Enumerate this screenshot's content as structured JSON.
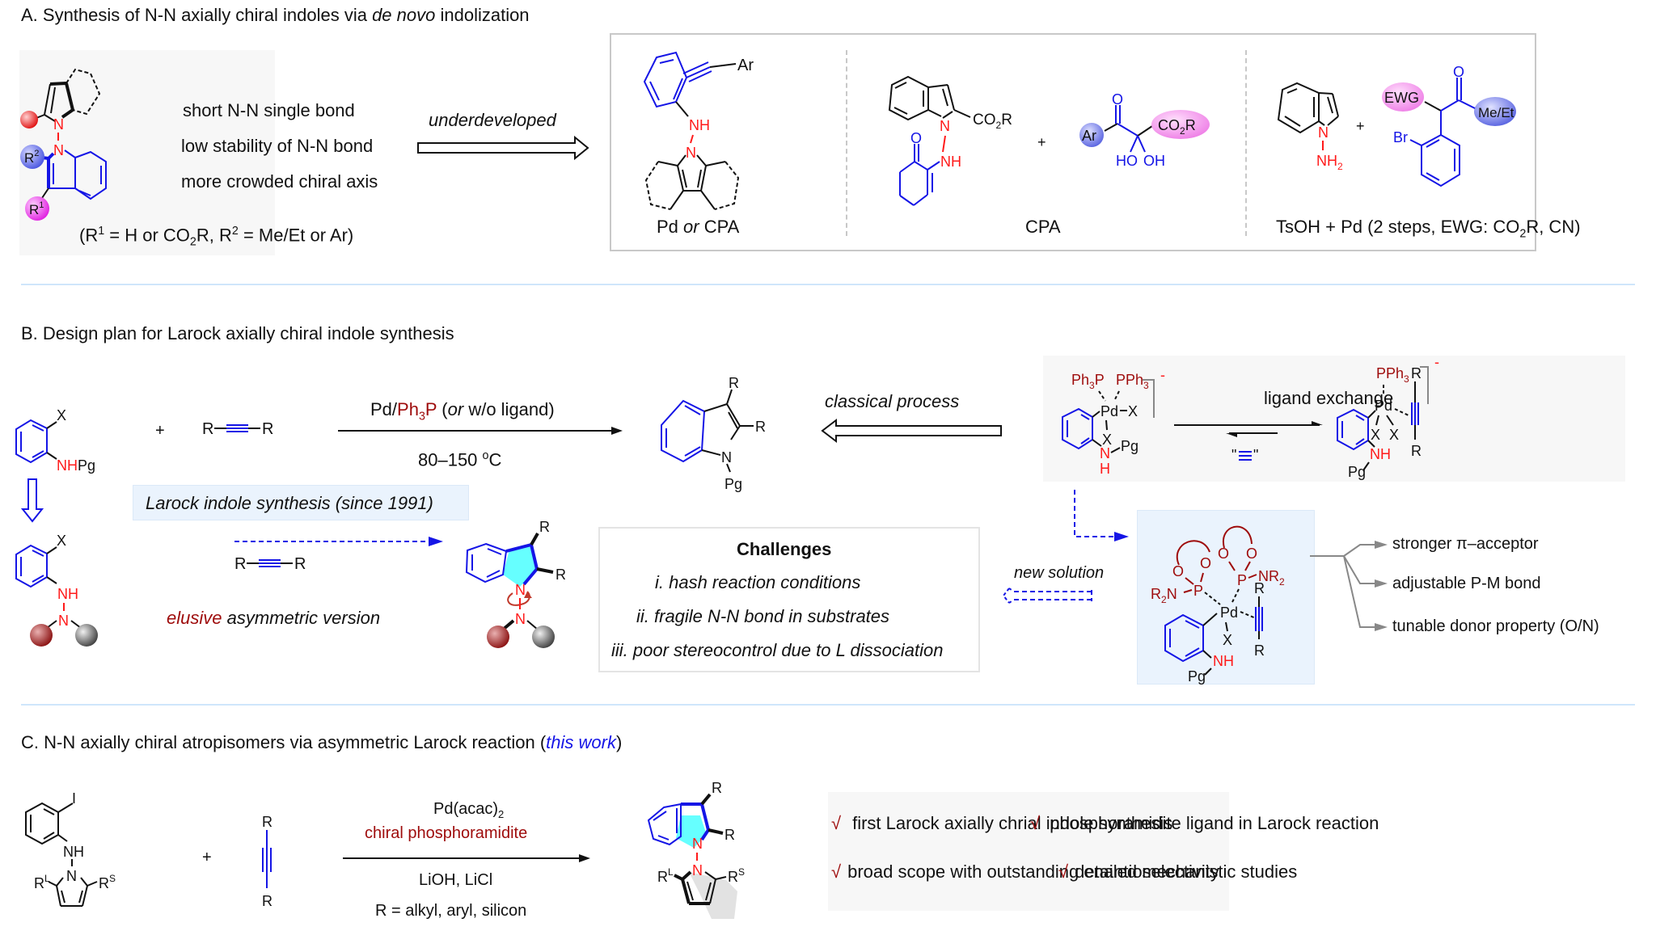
{
  "sections": {
    "a": {
      "title_prefix": "A. Synthesis of  N-N axially chiral indoles via ",
      "title_italic": "de novo",
      "title_suffix": " indolization",
      "features": [
        "short N-N single bond",
        "low stability of N-N bond",
        "more crowded chiral axis"
      ],
      "r_definition": {
        "p1": "(R",
        "s1": "1",
        "p2": " = H or CO",
        "s2": "2",
        "p3": "R, R",
        "s3": "2",
        "p4": " = Me/Et or Ar)"
      },
      "arrow_label": "underdeveloped",
      "approaches": [
        {
          "label_a": "Pd ",
          "label_italic": "or",
          "label_b": " CPA"
        },
        {
          "label": "CPA"
        },
        {
          "label_a": "TsOH + Pd (2 steps, EWG: CO",
          "label_sub": "2",
          "label_b": "R, CN)"
        }
      ],
      "atoms": {
        "r1": "R",
        "r1_sup": "1",
        "r2": "R",
        "r2_sup": "2",
        "n": "N",
        "nh": "NH",
        "ar": "Ar",
        "co2r_a": "CO",
        "co2r_sub": "2",
        "co2r_b": "R",
        "o": "O",
        "ho": "HO",
        "oh": "OH",
        "nh2_a": "NH",
        "nh2_sub": "2",
        "ewg": "EWG",
        "meet": "Me/Et",
        "br": "Br",
        "plus": "+"
      }
    },
    "b": {
      "title": "B. Design plan for Larock axially chiral indole synthesis",
      "conditions_top_a": "Pd/",
      "conditions_top_ph3p_a": "Ph",
      "conditions_top_ph3p_sub": "3",
      "conditions_top_ph3p_b": "P",
      "conditions_top_c": " (",
      "conditions_top_or": "or",
      "conditions_top_d": " w/o ligand)",
      "conditions_bottom_a": "80–150 ",
      "conditions_bottom_sup": "o",
      "conditions_bottom_b": "C",
      "larock_note": "Larock indole synthesis (since 1991)",
      "classical_label": "classical process",
      "ligand_exchange_label": "ligand exchange",
      "alkyne_quote": "\"≡\"",
      "elusive_a": "elusive",
      "elusive_b": " asymmetric version",
      "new_solution": "new solution",
      "challenges": {
        "title": "Challenges",
        "items": [
          "i. hash reaction conditions",
          "ii. fragile N-N bond in substrates",
          "iii. poor stereocontrol due to L dissociation"
        ]
      },
      "ligand_features": [
        "stronger π–acceptor",
        "adjustable P-M bond",
        "tunable donor property (O/N)"
      ],
      "atoms": {
        "x": "X",
        "nhpg_nh": "NH",
        "nhpg_pg": "Pg",
        "r": "R",
        "n": "N",
        "pg": "Pg",
        "plus": "+",
        "ph3p": "Ph",
        "pph3": "PPh",
        "sub3": "3",
        "pd": "Pd",
        "nh": "NH",
        "h": "H",
        "minus": "–",
        "o": "O",
        "p": "P",
        "r2n_a": "R",
        "r2n_sub": "2",
        "r2n_b": "N",
        "nr2_a": "NR",
        "nr2_sub": "2"
      }
    },
    "c": {
      "title_a": "C. N-N axially chiral atropisomers via asymmetric Larock reaction (",
      "title_italic": "this work",
      "title_b": ")",
      "cond_line1_a": "Pd(acac)",
      "cond_line1_sub": "2",
      "cond_line2": "chiral phosphoramidite",
      "cond_line3": "LiOH, LiCl",
      "cond_line4": "R = alkyl, aryl, silicon",
      "check": "√",
      "highlights": [
        "first Larock axially chrial indole synthesis",
        "phosphoramidite ligand in Larock reaction",
        "broad scope with outstanding enantioselectivity",
        "detailed mechanistic studies"
      ],
      "atoms": {
        "i": "I",
        "nh": "NH",
        "n": "N",
        "r": "R",
        "rl_sup": "L",
        "rs_sup": "S",
        "plus": "+"
      }
    }
  },
  "colors": {
    "blue": "#1515e6",
    "red": "#ff1a1a",
    "dark_red": "#9e0b0b",
    "cyan_fill": "#66ffff",
    "magenta": "#ee44ee",
    "pink": "#f5a3f0",
    "separator": "#cfe6fb",
    "gray_panel": "#f7f7f7",
    "blue_panel": "#eaf3fd"
  }
}
